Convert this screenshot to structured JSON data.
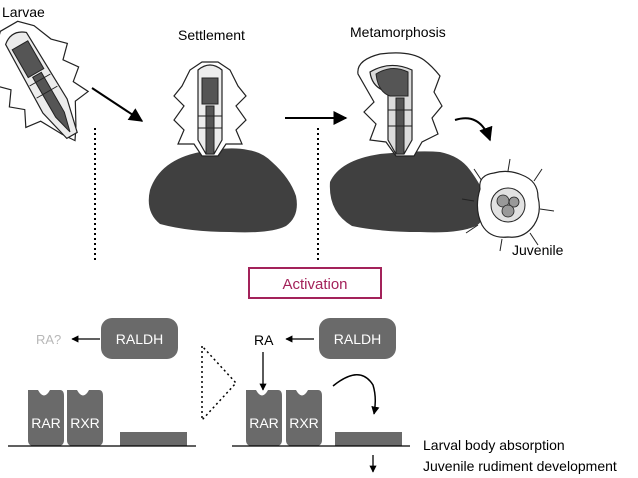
{
  "stages": {
    "larvae": "Larvae",
    "settlement": "Settlement",
    "metamorphosis": "Metamorphosis",
    "juvenile": "Juvenile"
  },
  "activation_label": "Activation",
  "left_panel": {
    "ra_query": "RA?",
    "raldh": "RALDH",
    "rar": "RAR",
    "rxr": "RXR"
  },
  "right_panel": {
    "ra": "RA",
    "raldh": "RALDH",
    "rar": "RAR",
    "rxr": "RXR"
  },
  "outcomes": {
    "line1": "Larval body absorption",
    "line2": "Juvenile rudiment development"
  },
  "colors": {
    "accent": "#a3225a",
    "dark_gray": "#4a4a4a",
    "box_gray": "#6a6a6a",
    "faded_text": "#b8b8b8"
  }
}
